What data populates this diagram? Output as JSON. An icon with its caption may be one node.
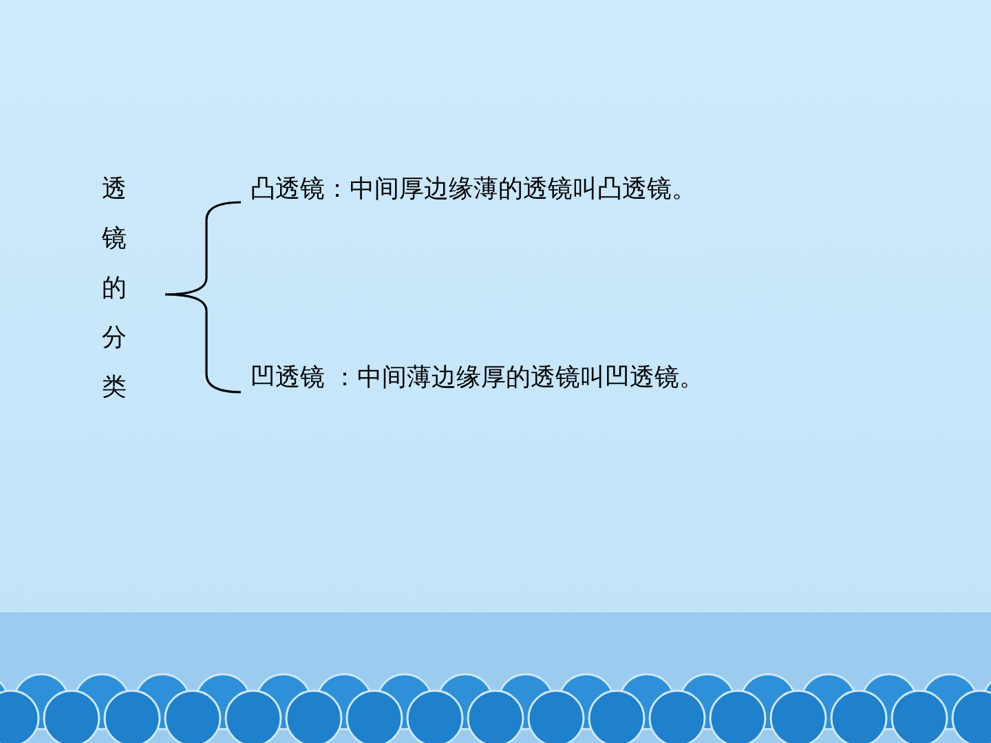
{
  "diagram": {
    "labels": [
      "透镜的分类",
      "凸透镜：中间厚边缘薄的透镜叫凸透镜。",
      "凹透镜 ：中间薄边缘厚的透镜叫凹透镜。"
    ]
  }
}
